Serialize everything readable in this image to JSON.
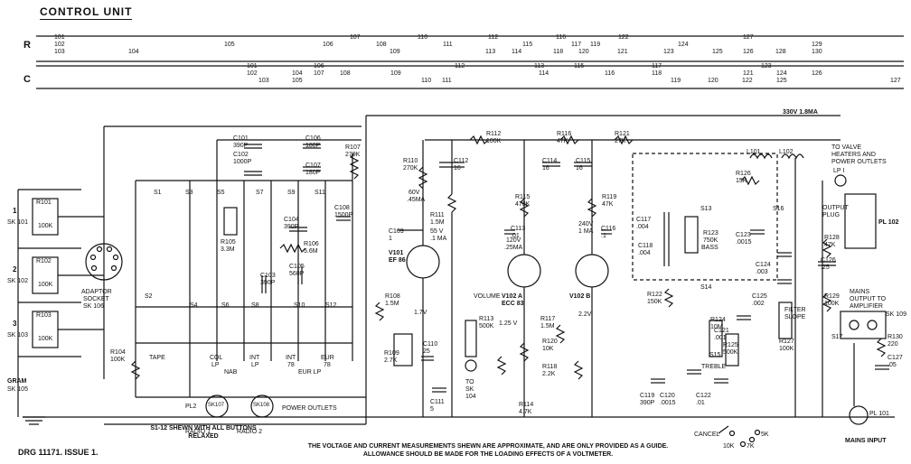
{
  "title": "CONTROL UNIT",
  "reference_rows": [
    {
      "label": "R",
      "refs": [
        "101",
        "102",
        "103",
        "104",
        "105",
        "106",
        "107",
        "108",
        "109",
        "110",
        "111",
        "112",
        "113",
        "114",
        "115",
        "116",
        "117",
        "118",
        "119",
        "120",
        "121",
        "122",
        "123",
        "124",
        "125",
        "126",
        "127",
        "128",
        "129",
        "130"
      ]
    },
    {
      "label": "C",
      "refs": [
        "101",
        "102",
        "103",
        "104",
        "105",
        "106",
        "107",
        "108",
        "109",
        "110",
        "111",
        "112",
        "113",
        "114",
        "115",
        "116",
        "117",
        "118",
        "119",
        "120",
        "121",
        "122",
        "123",
        "124",
        "125",
        "126",
        "127"
      ]
    }
  ],
  "supply_labels": {
    "hv": "330V",
    "current": "1.8MA",
    "to_valve": "TO VALVE HEATERS AND POWER OUTLETS",
    "lamp": "LP I",
    "output_plug": "OUTPUT PLUG",
    "pl102": "PL 102",
    "mains_output": "MAINS OUTPUT TO AMPLIFIER",
    "mains_input": "MAINS INPUT",
    "pl101": "PL 101",
    "sk109": "SK 109"
  },
  "inputs": [
    {
      "num": "1",
      "socket": "SK 101",
      "res": "R101",
      "val": "100K"
    },
    {
      "num": "2",
      "socket": "SK 102",
      "res": "R102",
      "val": "100K"
    },
    {
      "num": "3",
      "socket": "SK 103",
      "res": "R103",
      "val": "100K"
    },
    {
      "label": "GRAM",
      "socket": "SK 105"
    }
  ],
  "components": [
    {
      "ref": "C101",
      "val": "390P"
    },
    {
      "ref": "C102",
      "val": "1000P"
    },
    {
      "ref": "R105",
      "val": "3.3M"
    },
    {
      "ref": "C106",
      "val": "180P"
    },
    {
      "ref": "C107",
      "val": "180P"
    },
    {
      "ref": "R107",
      "val": "270K"
    },
    {
      "ref": "C104",
      "val": "390P"
    },
    {
      "ref": "C108",
      "val": "1500P"
    },
    {
      "ref": "R106",
      "val": "5.6M"
    },
    {
      "ref": "C103",
      "val": "390P"
    },
    {
      "ref": "C105",
      "val": "560P"
    },
    {
      "ref": "R104",
      "val": "100K"
    },
    {
      "ref": "R108",
      "val": "1.5M"
    },
    {
      "ref": "R109",
      "val": "2.7K"
    },
    {
      "ref": "C110",
      "val": "25"
    },
    {
      "ref": "R110",
      "val": "270K"
    },
    {
      "ref": "R111",
      "val": "1.5M"
    },
    {
      "ref": "C109",
      "val": "1"
    },
    {
      "ref": "C111",
      "val": "5"
    },
    {
      "ref": "R112",
      "val": "100K"
    },
    {
      "ref": "C112",
      "val": "16"
    },
    {
      "ref": "R113",
      "val": "500K"
    },
    {
      "ref": "R114",
      "val": "4.7K"
    },
    {
      "ref": "R115",
      "val": "470K"
    },
    {
      "ref": "C113",
      "val": ".01"
    },
    {
      "ref": "C114",
      "val": "16"
    },
    {
      "ref": "C115",
      "val": "16"
    },
    {
      "ref": "R116",
      "val": "47K"
    },
    {
      "ref": "R117",
      "val": "1.5M"
    },
    {
      "ref": "R118",
      "val": "2.2K"
    },
    {
      "ref": "R119",
      "val": "47K"
    },
    {
      "ref": "C116",
      "val": ".1"
    },
    {
      "ref": "R120",
      "val": "10K"
    },
    {
      "ref": "R121",
      "val": "27K"
    },
    {
      "ref": "C117",
      "val": ".004"
    },
    {
      "ref": "C118",
      "val": ".004"
    },
    {
      "ref": "R122",
      "val": "150K"
    },
    {
      "ref": "R123",
      "val": "750K"
    },
    {
      "ref": "C119",
      "val": "390P"
    },
    {
      "ref": "C120",
      "val": ".0015"
    },
    {
      "ref": "C121",
      "val": ".001"
    },
    {
      "ref": "C122",
      "val": ".01"
    },
    {
      "ref": "R124",
      "val": "10M"
    },
    {
      "ref": "R125",
      "val": "500K"
    },
    {
      "ref": "R126",
      "val": "15K"
    },
    {
      "ref": "C123",
      "val": ".0015"
    },
    {
      "ref": "C124",
      "val": ".003"
    },
    {
      "ref": "C125",
      "val": ".002"
    },
    {
      "ref": "R127",
      "val": "100K"
    },
    {
      "ref": "R128",
      "val": "47K"
    },
    {
      "ref": "C126",
      "val": ".25"
    },
    {
      "ref": "R129",
      "val": "100K"
    },
    {
      "ref": "R130",
      "val": "220"
    },
    {
      "ref": "C127",
      "val": ".05"
    },
    {
      "ref": "L101",
      "val": ""
    },
    {
      "ref": "L102",
      "val": ""
    }
  ],
  "valves": [
    {
      "ref": "V101",
      "type": "EF 86"
    },
    {
      "ref": "V102 A",
      "type": "ECC 83"
    },
    {
      "ref": "V102 B",
      "type": ""
    }
  ],
  "voltages": {
    "v101": "60V",
    "v101_i": ".45MA",
    "v101_a": "55 V",
    "v101_a_i": ".1 MA",
    "v101_k": "1.7V",
    "v102a": "120V",
    "v102a_i": ".25MA",
    "v102a_k": "1.25 V",
    "v102b": "240V",
    "v102b_i": "1 MA",
    "v102b_k": "2.2V"
  },
  "switch_labels": [
    "S1",
    "S2",
    "S3",
    "S4",
    "S5",
    "S6",
    "S7",
    "S8",
    "S9",
    "S10",
    "S11",
    "S12",
    "S13",
    "S14",
    "S15",
    "S16",
    "S17"
  ],
  "function_labels": {
    "tape": "TAPE",
    "col": "COL LP",
    "int_lp": "INT LP",
    "int78": "INT 78",
    "eur78": "EUR 78",
    "nab": "NAB",
    "eurlp": "EUR LP",
    "bass": "BASS",
    "treble": "TREBLE",
    "filter": "FILTER SLOPE",
    "volume": "VOLUME",
    "to_sk104": "TO SK 104",
    "adaptor": "ADAPTOR SOCKET SK 106",
    "power_outlets": "POWER OUTLETS",
    "pl2": "PL2",
    "sk107": "SK107",
    "sk108": "SK108",
    "radio1": "RADIO 1",
    "radio2": "RADIO 2"
  },
  "filter_switch": {
    "label": "CANCEL",
    "positions": [
      "5K",
      "7K",
      "10K"
    ]
  },
  "notes": {
    "switch_note": "S1-12 SHEWN WITH ALL BUTTONS RELAXED",
    "voltage_note": "THE VOLTAGE AND CURRENT MEASUREMENTS SHEWN ARE APPROXIMATE, AND ARE ONLY PROVIDED AS A GUIDE. ALLOWANCE SHOULD BE MADE FOR THE LOADING EFFECTS OF A VOLTMETER.",
    "drg": "DRG 11171. ISSUE 1."
  }
}
